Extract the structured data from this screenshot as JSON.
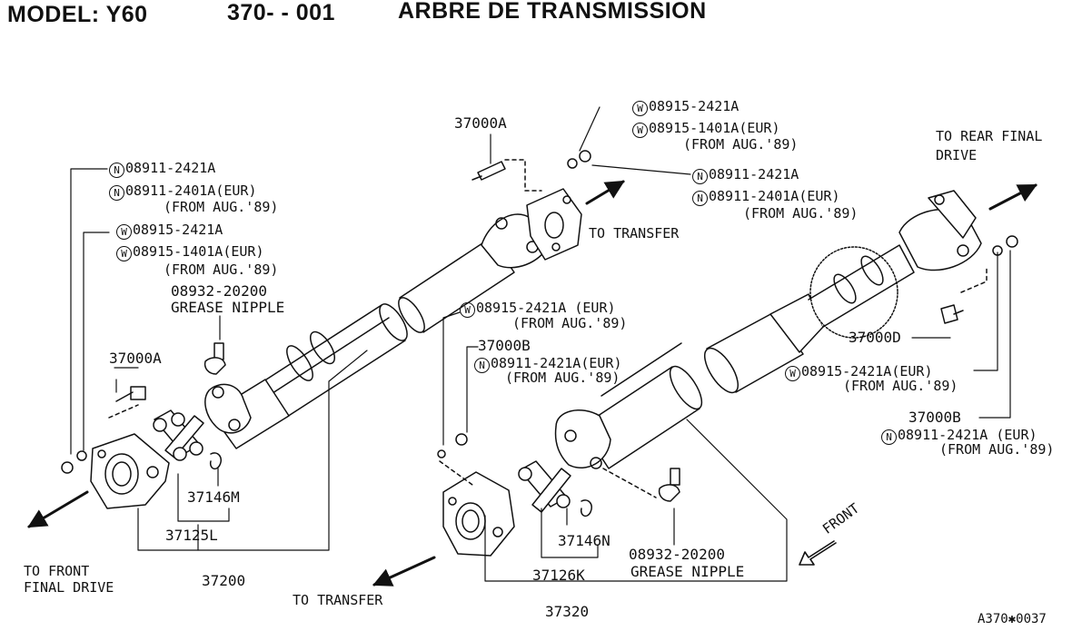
{
  "header": {
    "model": "MODEL: Y60",
    "section": "370-  - 001",
    "title": "ARBRE DE TRANSMISSION"
  },
  "reference": "A370✱0037",
  "colors": {
    "ink": "#111111",
    "paper": "#ffffff"
  },
  "parts": {
    "bolt_top": "37000A",
    "bolt_left": "37000A",
    "bolt_rear": "37000D",
    "bolt_mid": "37000B",
    "bolt_right": "37000B",
    "grease_nipple_left_no": "08932-20200",
    "grease_nipple_right_no": "08932-20200",
    "grease_nipple_name": "GREASE NIPPLE",
    "snap_ring_front": "37146M",
    "snap_ring_rear": "37146N",
    "journal_front": "37125L",
    "journal_rear": "37126K",
    "shaft_front": "37200",
    "shaft_rear": "37320"
  },
  "callouts": {
    "top_left_nut_std": {
      "mark": "N",
      "text": "08911-2421A"
    },
    "top_left_nut_eur": {
      "mark": "N",
      "text": "08911-2401A(EUR)"
    },
    "top_left_nut_date": "(FROM AUG.'89)",
    "top_left_washer_std": {
      "mark": "W",
      "text": "08915-2421A"
    },
    "top_left_washer_eur": {
      "mark": "W",
      "text": "08915-1401A(EUR)"
    },
    "top_left_washer_date": "(FROM AUG.'89)",
    "top_mid_washer_std": {
      "mark": "W",
      "text": "08915-2421A"
    },
    "top_mid_washer_eur": {
      "mark": "W",
      "text": "08915-1401A(EUR)"
    },
    "top_mid_washer_date": "(FROM AUG.'89)",
    "top_mid_nut_std": {
      "mark": "N",
      "text": "08911-2421A"
    },
    "top_mid_nut_eur": {
      "mark": "N",
      "text": "08911-2401A(EUR)"
    },
    "top_mid_nut_date": "(FROM AUG.'89)",
    "center_washer_eur": {
      "mark": "W",
      "text": "08915-2421A (EUR)"
    },
    "center_washer_date": "(FROM AUG.'89)",
    "center_nut_eur": {
      "mark": "N",
      "text": "08911-2421A(EUR)"
    },
    "center_nut_date": "(FROM AUG.'89)",
    "rear_washer_eur": {
      "mark": "W",
      "text": "08915-2421A(EUR)"
    },
    "rear_washer_date": "(FROM AUG.'89)",
    "rear_nut_eur": {
      "mark": "N",
      "text": "08911-2421A (EUR)"
    },
    "rear_nut_date": "(FROM AUG.'89)"
  },
  "directions": {
    "to_transfer_upper": "TO TRANSFER",
    "to_rear_line1": "TO REAR FINAL",
    "to_rear_line2": "DRIVE",
    "to_front_line1": "TO FRONT",
    "to_front_line2": "FINAL DRIVE",
    "to_transfer_lower": "TO TRANSFER",
    "front": "FRONT"
  }
}
